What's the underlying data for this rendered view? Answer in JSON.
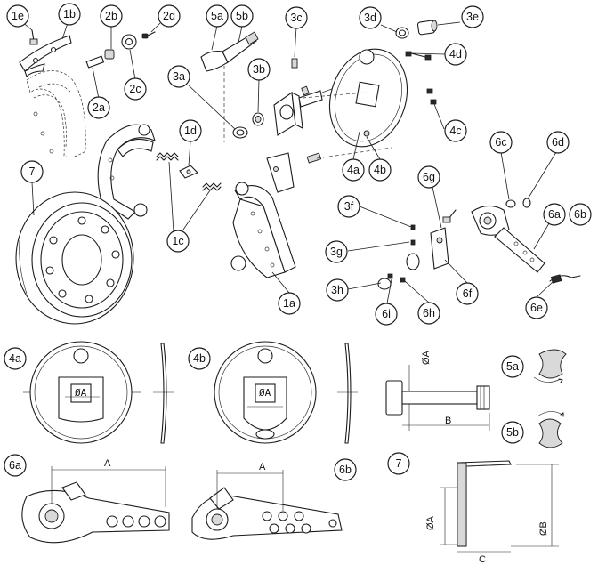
{
  "callouts": {
    "c1e": "1e",
    "c1b": "1b",
    "c2b": "2b",
    "c2d": "2d",
    "c5a": "5a",
    "c5b": "5b",
    "c3c": "3c",
    "c3d": "3d",
    "c3e": "3e",
    "c2a": "2a",
    "c2c": "2c",
    "c3a": "3a",
    "c3b": "3b",
    "c4d": "4d",
    "c4c": "4c",
    "c1d": "1d",
    "c6c": "6c",
    "c6d": "6d",
    "c7": "7",
    "c4a": "4a",
    "c4b": "4b",
    "c6g": "6g",
    "c3f": "3f",
    "c6a": "6a",
    "c6b": "6b",
    "c1c": "1c",
    "c3g": "3g",
    "c3h": "3h",
    "c1a": "1a",
    "c6f": "6f",
    "c6i": "6i",
    "c6h": "6h",
    "c6e": "6e",
    "d4a": "4a",
    "d4b": "4b",
    "d5a": "5a",
    "d5b": "5b",
    "d6a": "6a",
    "d6b": "6b",
    "d7": "7"
  },
  "dimensions": {
    "plate_a": "ØA",
    "plate_b": "ØA",
    "cam_diameter": "ØA",
    "cam_length": "B",
    "lever_a": "A",
    "lever_b": "A",
    "drum_inner": "ØA",
    "drum_outer": "ØB",
    "drum_width": "C"
  }
}
